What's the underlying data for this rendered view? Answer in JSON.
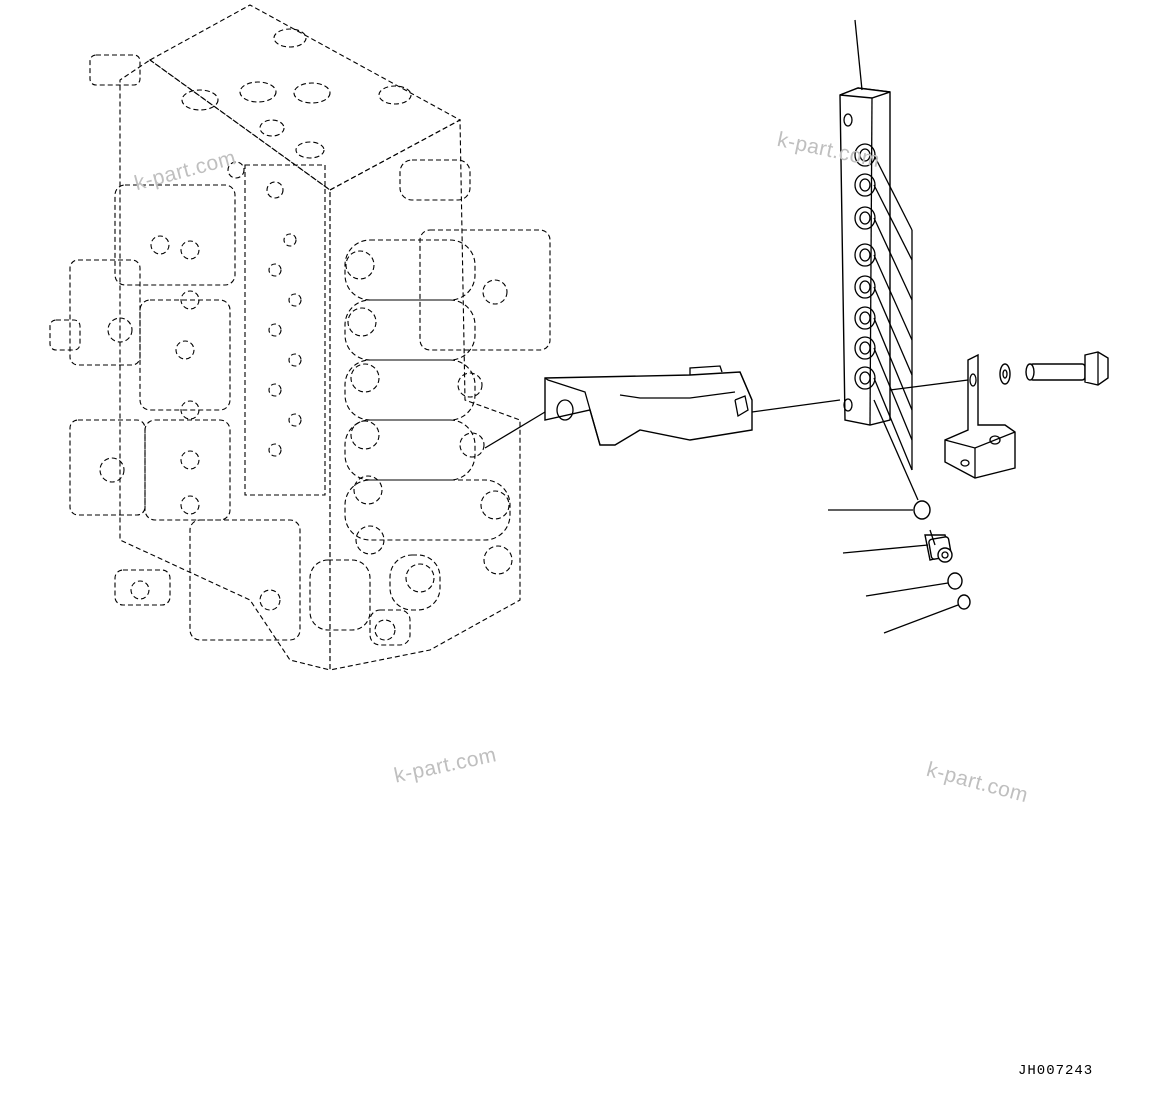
{
  "watermarks": [
    "k-part.com",
    "k-part.com",
    "k-part.com",
    "k-part.com"
  ],
  "drawing_code": "JH007243",
  "parts": {
    "control_valve": "control-valve-assembly",
    "bracket": "bracket",
    "manifold_block": "manifold-block",
    "mounting_plate": "mounting-plate",
    "bolt": "bolt",
    "washer": "washer",
    "o_ring_1": "o-ring",
    "connector": "connector",
    "o_ring_2": "o-ring",
    "o_ring_3": "o-ring"
  }
}
